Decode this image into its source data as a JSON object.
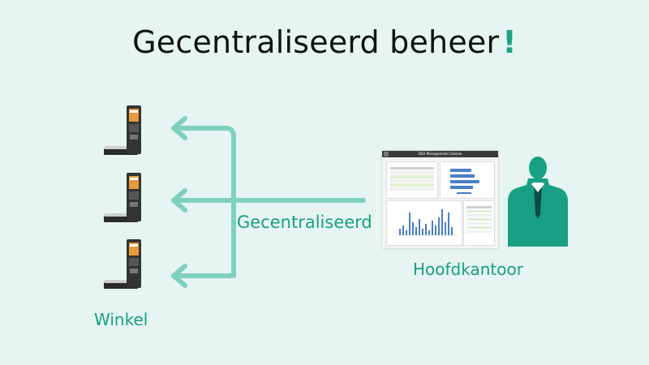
{
  "title": "Gecentraliseerd beheer",
  "title_mark": "!",
  "label_central": "Gecentraliseerd",
  "label_hq": "Hoofdkantoor",
  "label_store": "Winkel",
  "console_title": "DIGI Management Console",
  "colors": {
    "background": "#e6f5f1",
    "arrow": "#7fd1bc",
    "accent_text": "#18a07d",
    "person": "#17a084",
    "chart_bar": "#4a7fc8"
  },
  "icons": [
    "scale-icon",
    "person-icon",
    "arrow-icon"
  ]
}
